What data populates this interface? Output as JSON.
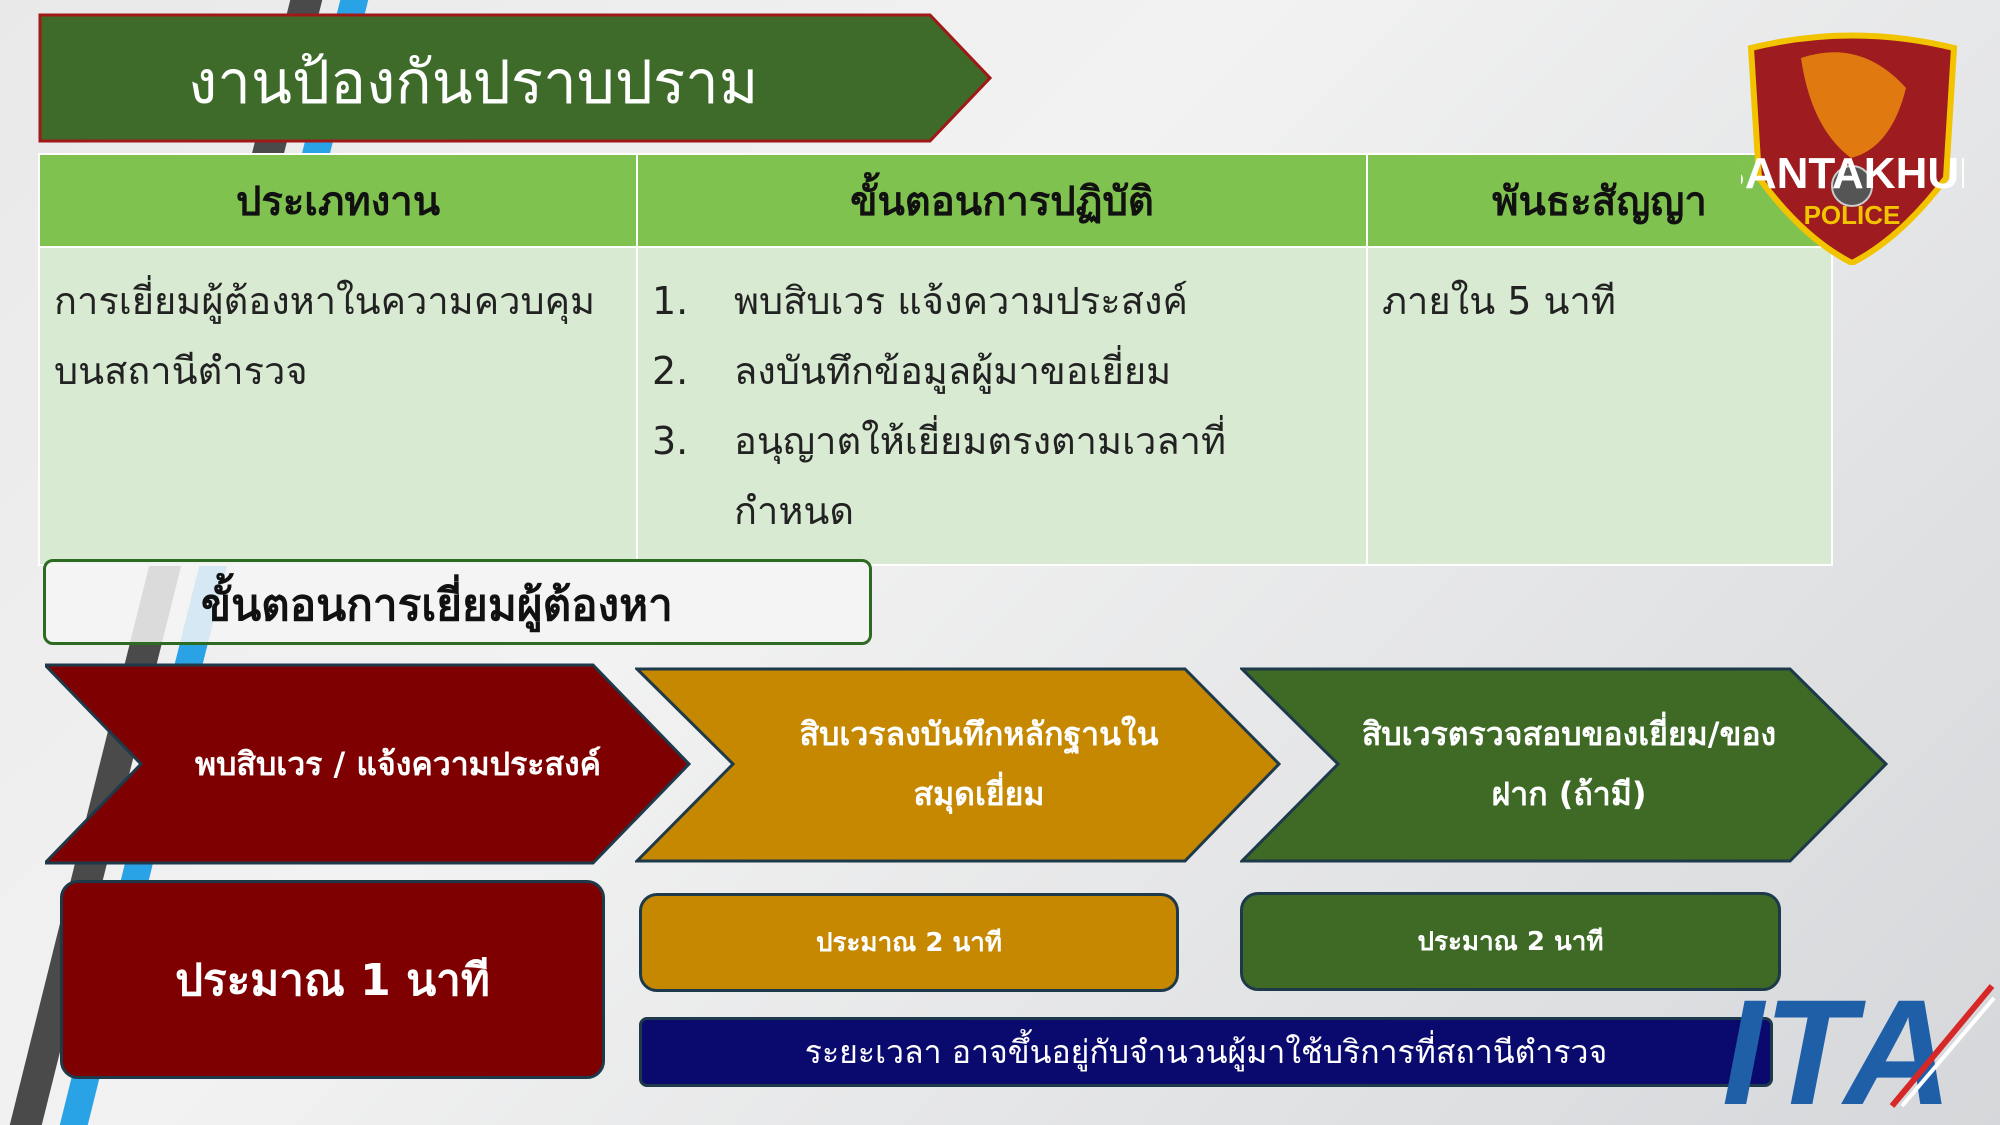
{
  "title": "งานป้องกันปราบปราม",
  "table": {
    "headers": [
      "ประเภทงาน",
      "ขั้นตอนการปฏิบัติ",
      "พันธะสัญญา"
    ],
    "service_type": "การเยี่ยมผู้ต้องหาในความควบคุมบนสถานีตำรวจ",
    "steps": [
      {
        "num": "1.",
        "text": "พบสิบเวร แจ้งความประสงค์"
      },
      {
        "num": "2.",
        "text": "ลงบันทึกข้อมูลผู้มาขอเยี่ยม"
      },
      {
        "num": "3.",
        "text": "อนุญาตให้เยี่ยมตรงตามเวลาที่กำหนด"
      }
    ],
    "commitment": "ภายใน 5 นาที"
  },
  "subtitle": "ขั้นตอนการเยี่ยมผู้ต้องหา",
  "flow": [
    {
      "label": "พบสิบเวร / แจ้งความประสงค์",
      "time": "ประมาณ 1 นาที",
      "color": "#7f0000"
    },
    {
      "label": "สิบเวรลงบันทึกหลักฐานในสมุดเยี่ยม",
      "time": "ประมาณ 2 นาที",
      "color": "#c58800"
    },
    {
      "label": "สิบเวรตรวจสอบของเยี่ยม/ของฝาก (ถ้ามี)",
      "time": "ประมาณ 2 นาที",
      "color": "#3e6a26"
    }
  ],
  "note": "ระยะเวลา อาจขึ้นอยู่กับจำนวนผู้มาใช้บริการที่สถานีตำรวจ",
  "logos": {
    "police": "BANTAKHUN POLICE",
    "ita": "ITA"
  }
}
